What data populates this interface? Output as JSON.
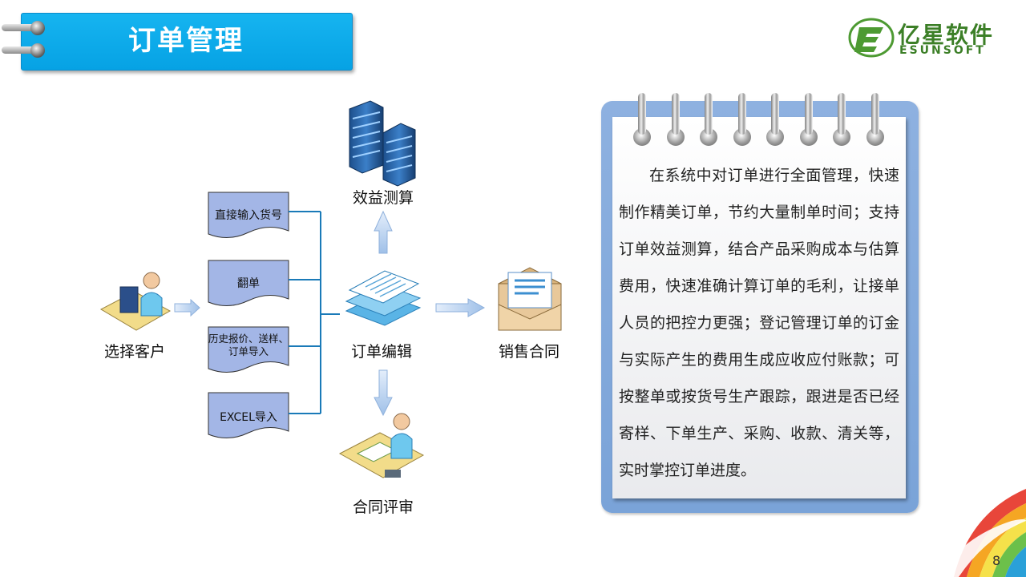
{
  "header": {
    "title": "订单管理"
  },
  "logo": {
    "name_cn": "亿星软件",
    "name_en": "ESUNSOFT"
  },
  "diagram": {
    "customer_label": "选择客户",
    "inputs": [
      {
        "label": "直接输入货号"
      },
      {
        "label": "翻单"
      },
      {
        "label": "历史报价、送样、订单导入"
      },
      {
        "label": "EXCEL导入"
      }
    ],
    "center_label": "订单编辑",
    "benefit_label": "效益测算",
    "contract_label": "销售合同",
    "review_label": "合同评审"
  },
  "description": "在系统中对订单进行全面管理，快速制作精美订单，节约大量制单时间；支持订单效益测算，结合产品采购成本与估算费用，快速准确计算订单的毛利，让接单人员的把控力更强；登记管理订单的订金与实际产生的费用生成应收应付账款；可按整单或按货号生产跟踪，跟进是否已经寄样、下单生产、采购、收款、清关等，实时掌控订单进度。",
  "page_number": "8",
  "colors": {
    "banner": "#06a2e4",
    "document_fill": "#a3b6e6",
    "connector": "#1a7ab8",
    "arrow_fill": "#b7d3f0",
    "notebook_frame": "#7aa3d8",
    "logo_green": "#3c7f27"
  }
}
